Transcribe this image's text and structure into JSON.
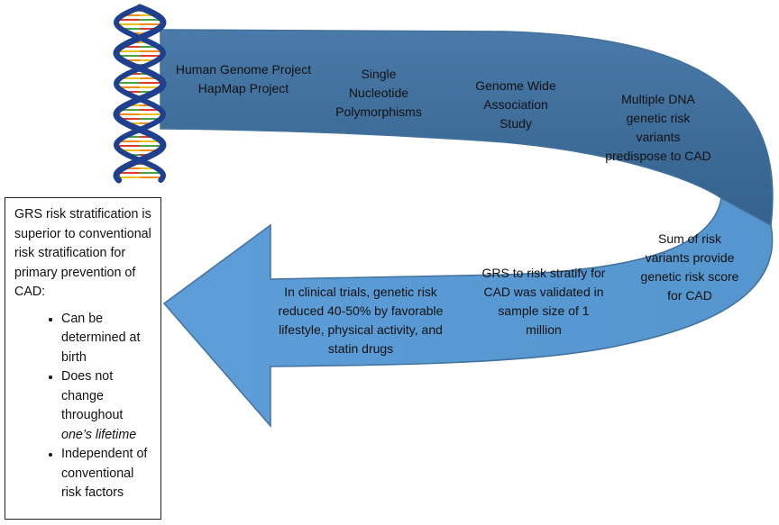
{
  "upper_band": {
    "label_1": [
      "Human Genome Project",
      "HapMap Project"
    ],
    "label_2": [
      "Single",
      "Nucleotide",
      "Polymorphisms"
    ],
    "label_3": [
      "Genome Wide",
      "Association",
      "Study"
    ],
    "label_4": [
      "Multiple DNA",
      "genetic risk",
      "variants",
      "predispose to CAD"
    ]
  },
  "lower_band": {
    "label_1": [
      "Sum of risk",
      "variants provide",
      "genetic risk score",
      "for CAD"
    ],
    "label_2": [
      "GRS to risk stratify for",
      "CAD was validated in",
      "sample size of 1",
      "million"
    ],
    "label_3": [
      "In clinical trials, genetic risk",
      "reduced 40-50% by favorable",
      "lifestyle, physical activity, and",
      "statin drugs"
    ]
  },
  "info_box": {
    "heading": "GRS risk stratification is superior to conventional risk stratification for primary prevention of CAD:",
    "bullet_1": "Can be determined at birth",
    "bullet_2_main": "Does not change throughout",
    "bullet_2_italic": "one’s lifetime",
    "bullet_3": "Independent of conventional risk factors"
  },
  "colors": {
    "upper_band": "#3f6d9b",
    "lower_band": "#5b9bd5",
    "arrow_outline": "#41719c",
    "dna_blue": "#1f3f8f",
    "dna_rungs": [
      "#e23b2e",
      "#e8c21a",
      "#4aa341",
      "#f08a1c"
    ]
  },
  "icons": [
    "dna-helix-icon"
  ]
}
